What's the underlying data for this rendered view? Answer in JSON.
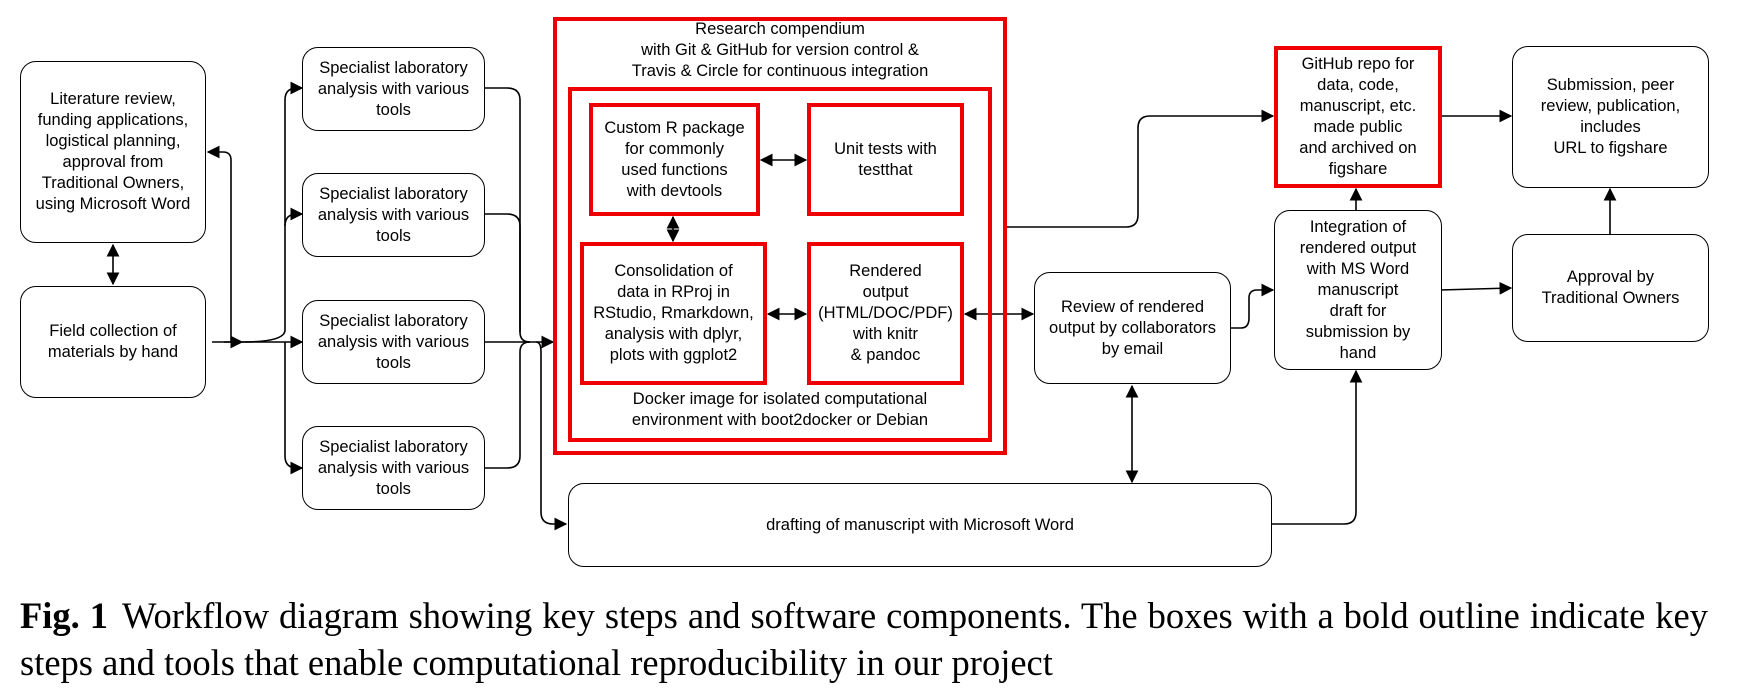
{
  "nodes": {
    "literature": "Literature review,\nfunding applications,\nlogistical planning,\napproval from\nTraditional Owners,\nusing Microsoft Word",
    "field": "Field collection of\nmaterials by hand",
    "lab": "Specialist laboratory\nanalysis with various\ntools",
    "compendium_label": "Research compendium\nwith Git & GitHub for version control &\nTravis & Circle for continuous integration",
    "custom_r": "Custom R package\nfor commonly\nused functions\nwith devtools",
    "unit_tests": "Unit tests with\ntestthat",
    "consolidation": "Consolidation of\ndata in RProj in\nRStudio, Rmarkdown,\nanalysis with dplyr,\nplots with ggplot2",
    "rendered": "Rendered\noutput\n(HTML/DOC/PDF)\nwith knitr\n& pandoc",
    "docker_label": "Docker image for isolated computational\nenvironment with boot2docker or Debian",
    "review": "Review of rendered\noutput by collaborators\nby email",
    "drafting": "drafting of manuscript with Microsoft Word",
    "github": "GitHub repo for\ndata, code,\nmanuscript, etc.\nmade public\nand archived on\nfigshare",
    "integration": "Integration of\nrendered output\nwith MS Word\nmanuscript\ndraft for\nsubmission by\nhand",
    "submission": "Submission, peer\nreview, publication,\nincludes\nURL to figshare",
    "approval": "Approval by\nTraditional Owners"
  },
  "caption": {
    "label": "Fig. 1",
    "text": "Workflow diagram showing key steps and software components. The boxes with a bold outline indicate key steps and tools that enable computational reproducibility in our project"
  },
  "colors": {
    "bold_outline": "#ee0000",
    "line": "#000000"
  }
}
